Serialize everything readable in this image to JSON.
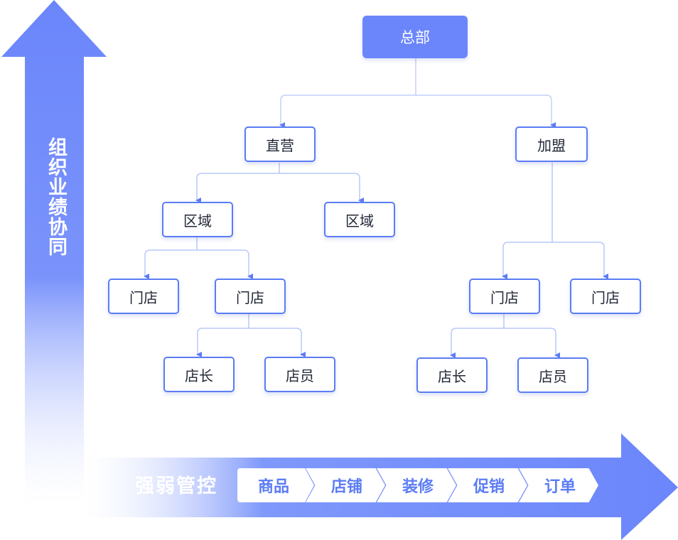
{
  "axes": {
    "vertical_label": "组织业绩协同",
    "horizontal_label": "强弱管控",
    "arrow_color": "#6b86fb"
  },
  "org_chart": {
    "root": "总部",
    "direct": {
      "label": "直营",
      "regions": [
        {
          "label": "区域",
          "stores": [
            {
              "label": "门店",
              "staff": []
            },
            {
              "label": "门店",
              "staff": [
                "店长",
                "店员"
              ]
            }
          ]
        },
        {
          "label": "区域",
          "stores": []
        }
      ]
    },
    "franchise": {
      "label": "加盟",
      "stores": [
        {
          "label": "门店",
          "staff": [
            "店长",
            "店员"
          ]
        },
        {
          "label": "门店",
          "staff": []
        }
      ]
    }
  },
  "control_steps": [
    "商品",
    "店铺",
    "装修",
    "促销",
    "订单"
  ],
  "colors": {
    "accent": "#5b7cf5",
    "connector": "#b9c8fb",
    "text": "#222836"
  }
}
